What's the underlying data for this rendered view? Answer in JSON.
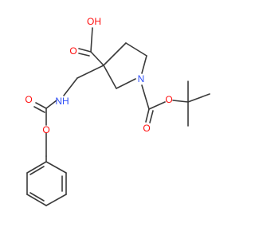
{
  "colors": {
    "oxygen": "#ff0d0d",
    "nitrogen": "#3050f8",
    "bond": "#3a3a3a",
    "background": "#ffffff"
  },
  "atoms": {
    "oh_label": "OH",
    "o_carboxyl": "O",
    "n_ring": "N",
    "nh_label": "NH",
    "o_carbamate_carbonyl": "O",
    "o_carbamate_ether": "O",
    "o_boc_carbonyl": "O",
    "o_boc_ether": "O"
  }
}
